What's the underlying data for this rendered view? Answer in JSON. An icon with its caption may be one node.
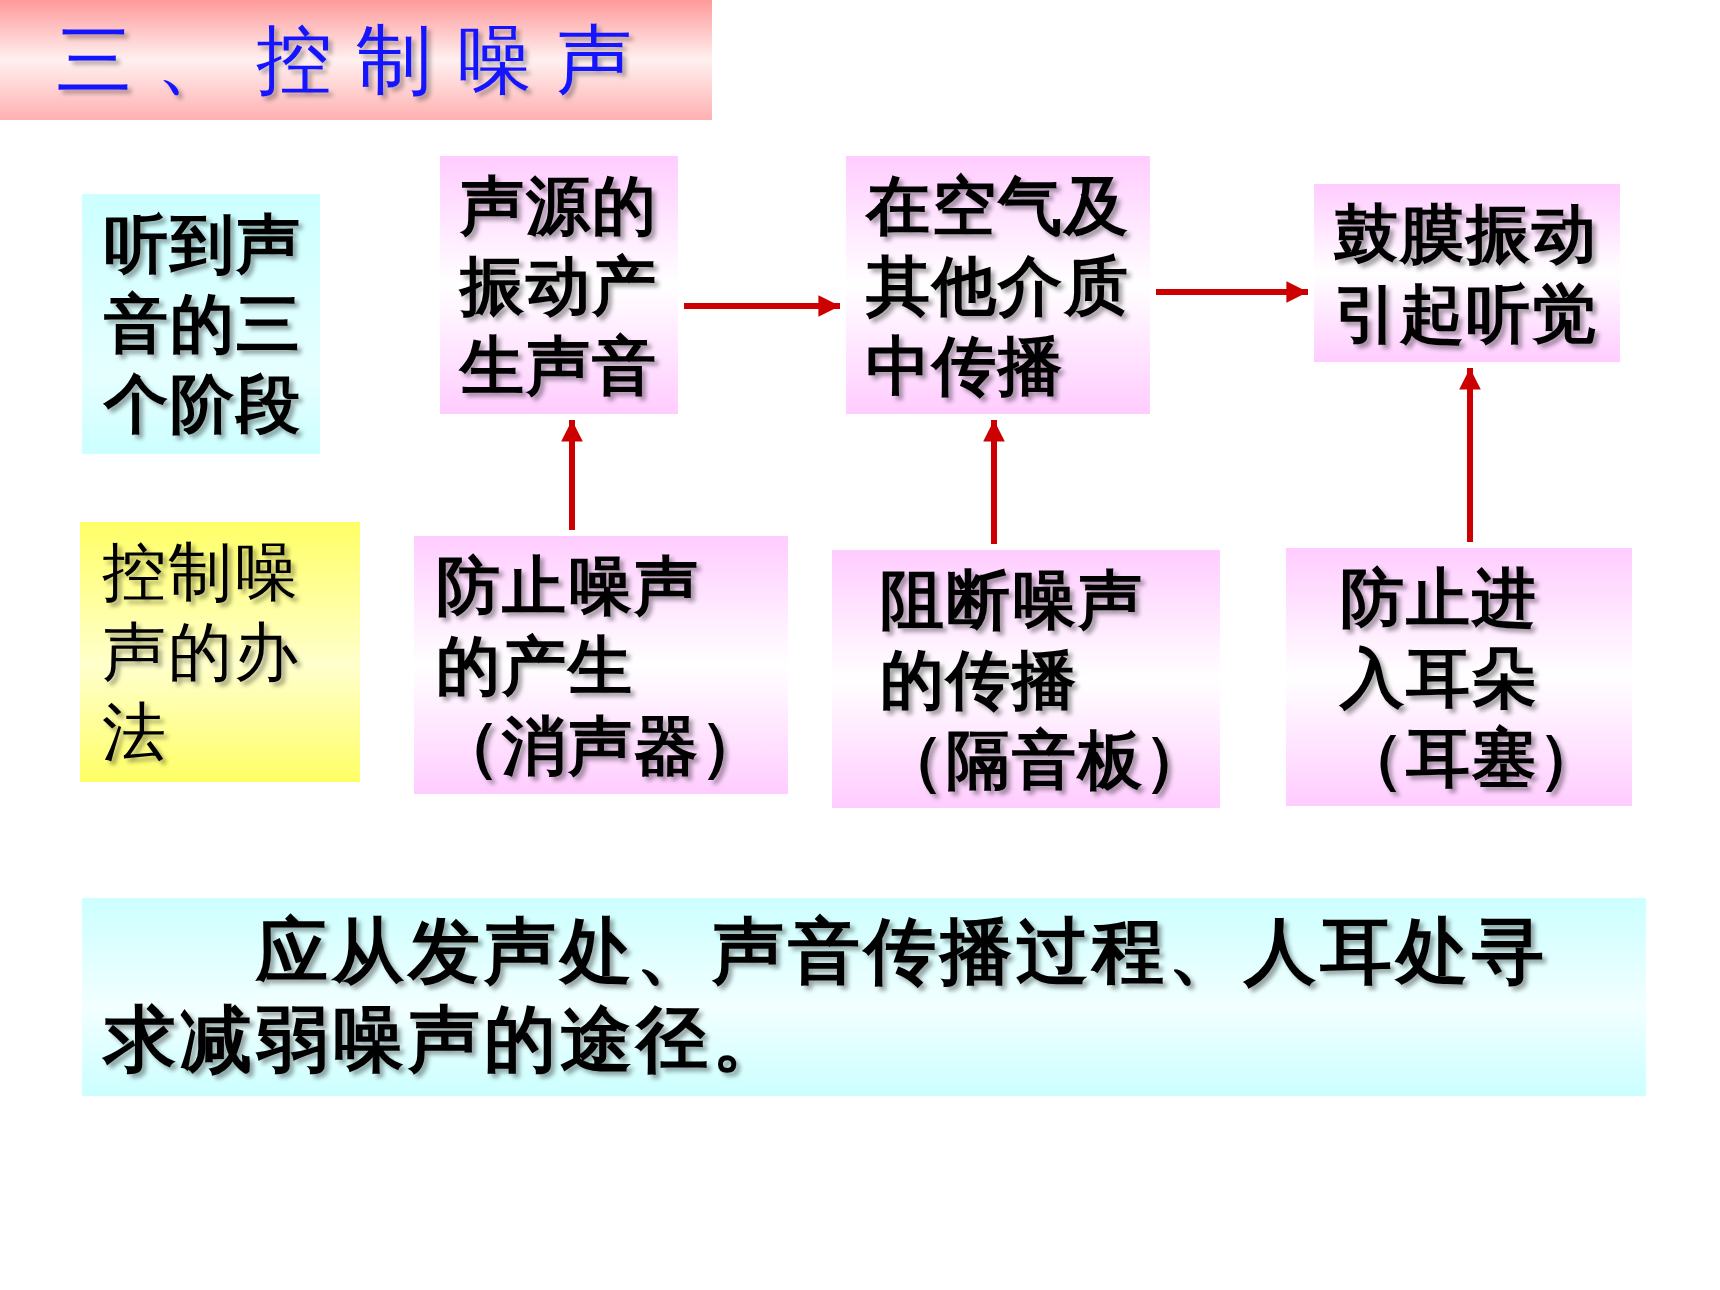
{
  "diagram": {
    "title": "三、控制噪声",
    "nodes": [
      {
        "text": [
          "听到声音的三个阶段"
        ]
      },
      {
        "text": [
          "声源的振动产生声音"
        ]
      },
      {
        "text": [
          "在空气及其他介质中传播"
        ]
      },
      {
        "text": [
          "鼓膜振动引起听觉"
        ]
      },
      {
        "text": [
          "控制噪声的办法"
        ]
      },
      {
        "text": [
          "防止噪声的产生",
          "（消声器）"
        ]
      },
      {
        "text": [
          "阻断噪声的传播",
          "（隔音板）"
        ]
      },
      {
        "text": [
          "防止进入耳朵",
          "（耳塞）"
        ]
      },
      {
        "text": [
          "应从发声处、声音传播过程、人耳处寻求减弱噪声的途径。"
        ]
      }
    ],
    "edges": [
      {
        "from": 1,
        "to": 2,
        "arrow": "to"
      },
      {
        "from": 2,
        "to": 3,
        "arrow": "to"
      },
      {
        "from": 5,
        "to": 1,
        "arrow": "to"
      },
      {
        "from": 6,
        "to": 2,
        "arrow": "to"
      },
      {
        "from": 7,
        "to": 3,
        "arrow": "to"
      }
    ]
  }
}
